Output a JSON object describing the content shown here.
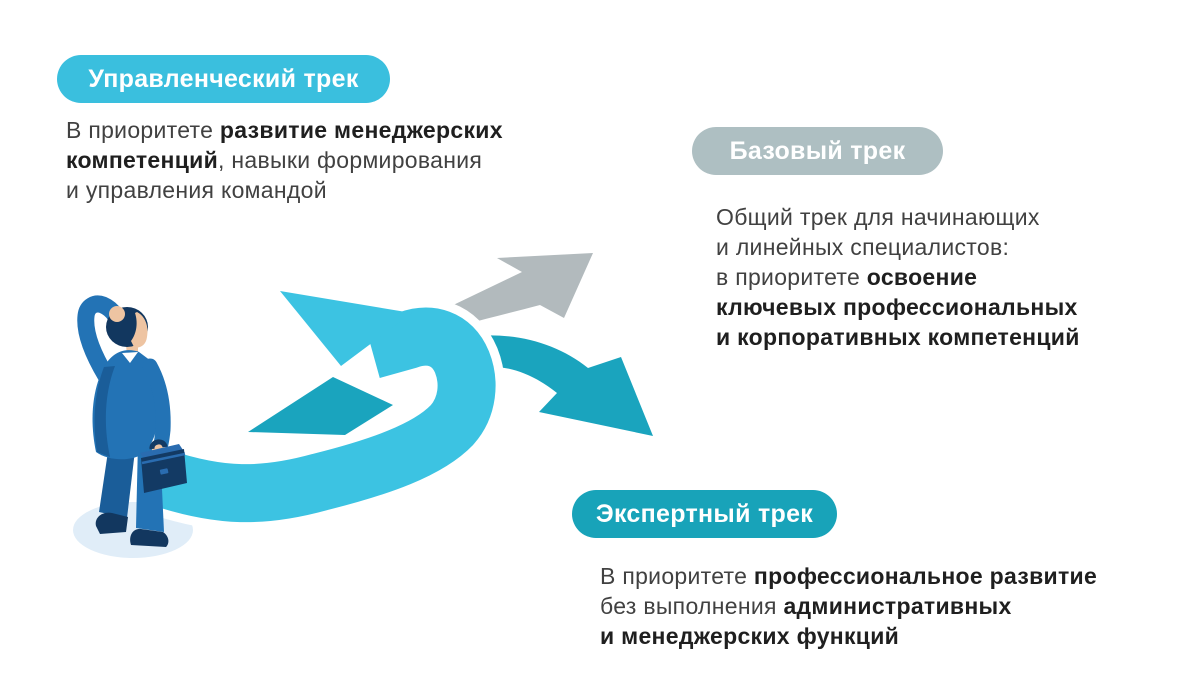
{
  "tracks": [
    {
      "id": "management",
      "badge": "Управленческий трек",
      "badge_color": "#3abfde",
      "description_lines": [
        [
          {
            "t": "В приоритете ",
            "b": false
          },
          {
            "t": "развитие менеджерских",
            "b": true
          }
        ],
        [
          {
            "t": "компетенций",
            "b": true
          },
          {
            "t": ", навыки формирования",
            "b": false
          }
        ],
        [
          {
            "t": "и управления командой",
            "b": false
          }
        ]
      ]
    },
    {
      "id": "basic",
      "badge": "Базовый трек",
      "badge_color": "#aebfc2",
      "description_lines": [
        [
          {
            "t": "Общий трек для начинающих",
            "b": false
          }
        ],
        [
          {
            "t": "и линейных специалистов:",
            "b": false
          }
        ],
        [
          {
            "t": "в приоритете ",
            "b": false
          },
          {
            "t": "освоение",
            "b": true
          }
        ],
        [
          {
            "t": "ключевых профессиональных",
            "b": true
          }
        ],
        [
          {
            "t": "и корпоративных компетенций",
            "b": true
          }
        ]
      ]
    },
    {
      "id": "expert",
      "badge": "Экспертный трек",
      "badge_color": "#18a3b9",
      "description_lines": [
        [
          {
            "t": "В приоритете ",
            "b": false
          },
          {
            "t": "профессиональное развитие",
            "b": true
          }
        ],
        [
          {
            "t": "без выполнения ",
            "b": false
          },
          {
            "t": "административных",
            "b": true
          }
        ],
        [
          {
            "t": "и менеджерских функций",
            "b": true
          }
        ]
      ]
    }
  ],
  "illustration": {
    "subject": "businessman with briefcase standing at a forked path with three arrows",
    "colors": {
      "road": "#3cc3e2",
      "arrow_teal": "#1aa4be",
      "arrow_gray": "#b2babd",
      "suit": "#2373b5",
      "suit_dark": "#1a5d99",
      "hair": "#12375f",
      "skin": "#eec4a2",
      "case": "#133a64",
      "case_lid": "#2a6cb0",
      "shadow": "#e0edf8",
      "collar": "#ffffff"
    }
  }
}
